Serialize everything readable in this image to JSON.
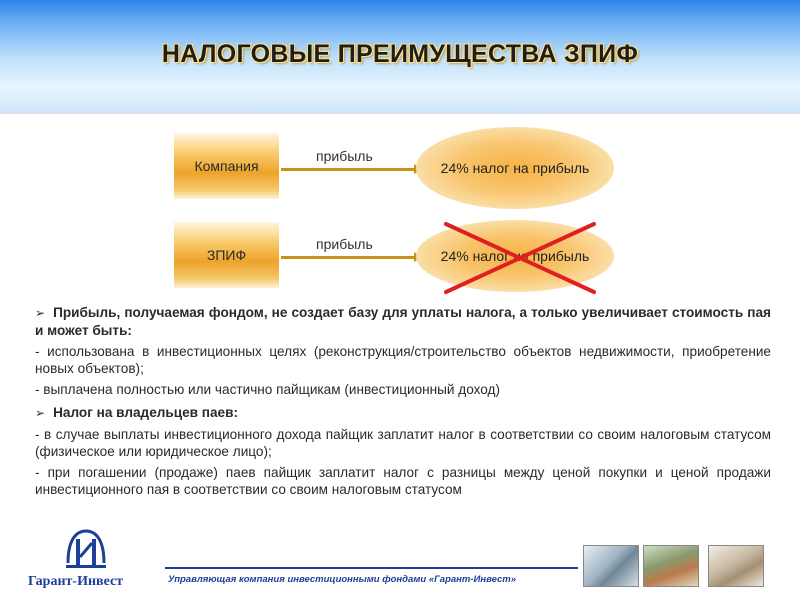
{
  "header": {
    "title": "НАЛОГОВЫЕ ПРЕИМУЩЕСТВА ЗПИФ"
  },
  "diagram": {
    "row1": {
      "entity": "Компания",
      "flow_label": "прибыль",
      "result": "24% налог на прибыль"
    },
    "row2": {
      "entity": "ЗПИФ",
      "flow_label": "прибыль",
      "result": "24% налог на прибыль"
    }
  },
  "content": {
    "block1": {
      "heading": "Прибыль, получаемая фондом, не создает базу для уплаты налога, а только увеличивает стоимость пая и может быть:",
      "items": [
        "- использована в инвестиционных целях (реконструкция/строительство объектов недвижимости, приобретение новых объектов);",
        "- выплачена полностью или частично пайщикам (инвестиционный доход)"
      ]
    },
    "block2": {
      "heading": "Налог на владельцев паев:",
      "items": [
        "- в случае выплаты инвестиционного дохода пайщик заплатит налог в соответствии со своим налоговым статусом (физическое или юридическое лицо);",
        "- при погашении (продаже) паев пайщик заплатит налог с разницы между ценой покупки и ценой продажи инвестиционного пая в соответствии со своим налоговым статусом"
      ]
    }
  },
  "footer": {
    "company": "Управляющая компания инвестиционными фондами «Гарант-Инвест»",
    "logo_text": "Гарант-Инвест"
  },
  "colors": {
    "accent_blue": "#1e3f99",
    "arrow_gold": "#c9921a",
    "cross_red": "#e02020"
  }
}
